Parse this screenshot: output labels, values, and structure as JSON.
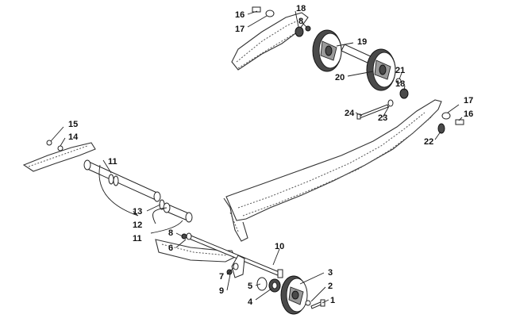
{
  "callouts": {
    "c16a": "16",
    "c17a": "17",
    "c18a": "18",
    "c8a": "8",
    "c19": "19",
    "c20": "20",
    "c21": "21",
    "c18b": "18",
    "c17b": "17",
    "c16b": "16",
    "c24": "24",
    "c23": "23",
    "c22": "22",
    "c15": "15",
    "c14": "14",
    "c11a": "11",
    "c13": "13",
    "c12": "12",
    "c11b": "11",
    "c8b": "8",
    "c6": "6",
    "c10": "10",
    "c3": "3",
    "c2": "2",
    "c7": "7",
    "c9": "9",
    "c5": "5",
    "c4": "4",
    "c1": "1"
  }
}
